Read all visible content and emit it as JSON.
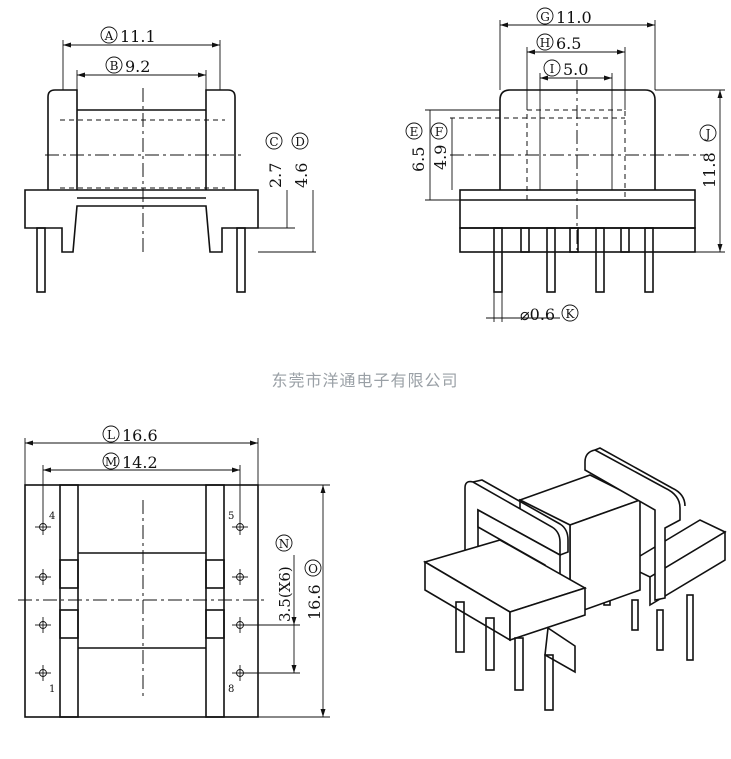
{
  "watermark": "东莞市洋通电子有限公司",
  "dimensions": {
    "A": {
      "letter": "A",
      "value": "11.1"
    },
    "B": {
      "letter": "B",
      "value": "9.2"
    },
    "C": {
      "letter": "C",
      "value": "2.7"
    },
    "D": {
      "letter": "D",
      "value": "4.6"
    },
    "E": {
      "letter": "E",
      "value": "6.5"
    },
    "F": {
      "letter": "F",
      "value": "4.9"
    },
    "G": {
      "letter": "G",
      "value": "11.0"
    },
    "H": {
      "letter": "H",
      "value": "6.5"
    },
    "I": {
      "letter": "I",
      "value": "5.0"
    },
    "J": {
      "letter": "J",
      "value": "11.8"
    },
    "K": {
      "letter": "K",
      "value": "⌀0.6"
    },
    "L": {
      "letter": "L",
      "value": "16.6"
    },
    "M": {
      "letter": "M",
      "value": "14.2"
    },
    "N": {
      "letter": "N",
      "value": "3.5(X6)"
    },
    "O": {
      "letter": "O",
      "value": "16.6"
    }
  },
  "pin_labels": {
    "p1": "1",
    "p4": "4",
    "p5": "5",
    "p8": "8"
  }
}
